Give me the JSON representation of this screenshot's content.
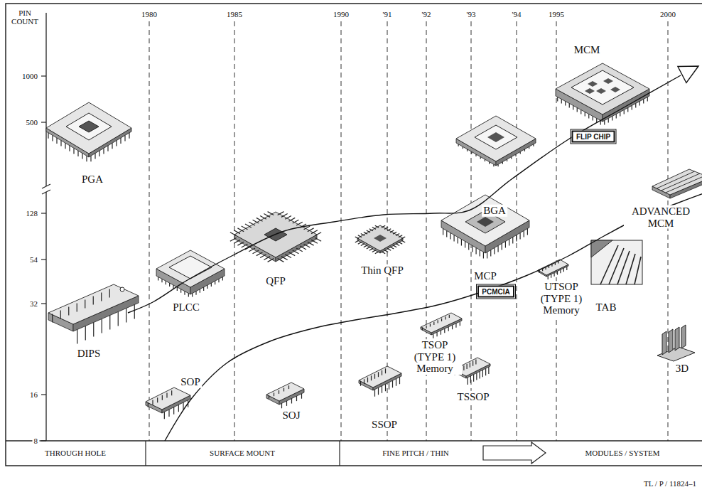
{
  "diagram": {
    "nodes": [
      {
        "text": [
          "THROUGH HOLE"
        ]
      },
      {
        "text": [
          "SURFACE MOUNT"
        ]
      },
      {
        "text": [
          "FINE PITCH / THIN"
        ]
      },
      {
        "text": [
          "MODULES / SYSTEM"
        ]
      },
      {
        "text": [
          "FLIP CHIP"
        ]
      },
      {
        "text": [
          "PCMCIA"
        ]
      }
    ],
    "labels": [
      "PIN COUNT",
      "1000",
      "500",
      "128",
      "54",
      "32",
      "16",
      "8",
      "1980",
      "1985",
      "1990",
      "'91",
      "'92",
      "'93",
      "'94",
      "1995",
      "2000",
      "PGA",
      "DIPS",
      "PLCC",
      "QFP",
      "SOP",
      "SOJ",
      "Thin QFP",
      "SSOP",
      "TSOP (TYPE 1) Memory",
      "TSSOP",
      "MCP",
      "BGA",
      "MCM",
      "UTSOP (TYPE 1) Memory",
      "TAB",
      "ADVANCED MCM",
      "3D",
      "TL / P / 11824–1"
    ]
  }
}
